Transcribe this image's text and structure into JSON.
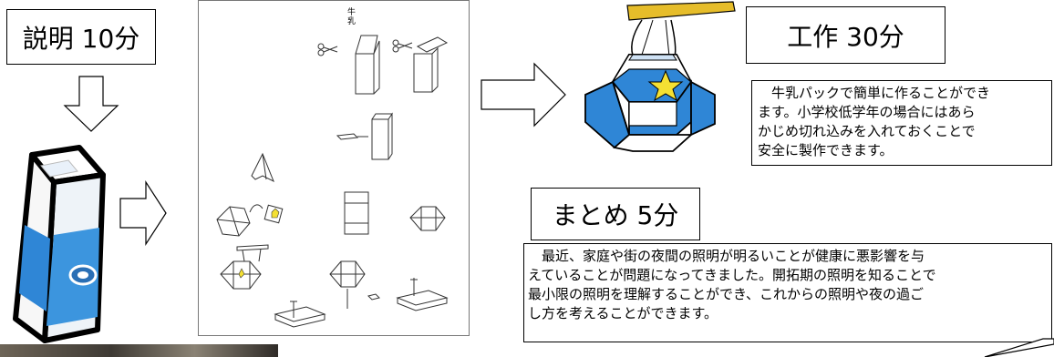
{
  "steps": {
    "explain": {
      "label": "説明 10分"
    },
    "craft": {
      "label": "工作 30分"
    },
    "summary": {
      "label": "まとめ 5分"
    }
  },
  "notes": {
    "craft_lines": [
      "　牛乳パックで簡単に作ることができ",
      "ます。小学校低学年の場合にはあら",
      "かじめ切れ込みを入れておくことで",
      "安全に製作できます。"
    ],
    "summary_lines": [
      "　最近、家庭や街の夜間の照明が明るいことが健康に悪影響を与",
      "えていることが問題になってきました。開拓期の照明を知ることで",
      "最小限の照明を理解することができ、これからの照明や夜の過ご",
      "し方を考えることができます。"
    ]
  },
  "sheet": {
    "title": "牛乳"
  },
  "colors": {
    "milk_blue": "#2f86d6",
    "lantern_blue": "#2f86d6",
    "star_yellow": "#f4e033",
    "handle_gold": "#e6bd2a"
  }
}
